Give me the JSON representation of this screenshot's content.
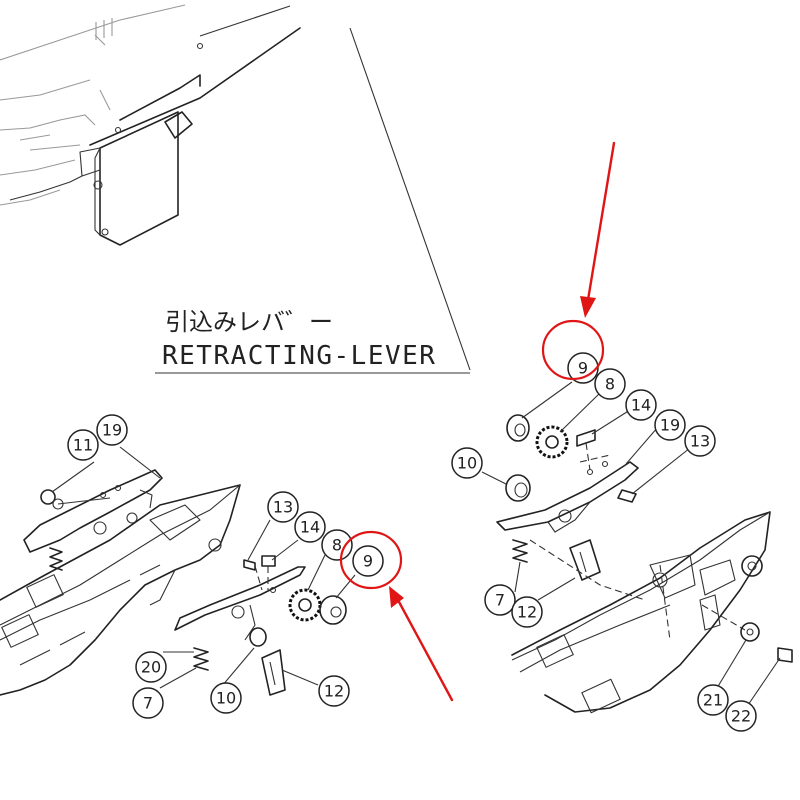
{
  "label": {
    "japanese": "引込みレバ゛ー",
    "english": "RETRACTING-LEVER"
  },
  "callouts": {
    "left": {
      "c11": "11",
      "c19": "19",
      "c13": "13",
      "c14": "14",
      "c8": "8",
      "c9": "9",
      "c20": "20",
      "c7": "7",
      "c10": "10",
      "c12": "12"
    },
    "right": {
      "c9": "9",
      "c8": "8",
      "c14": "14",
      "c19": "19",
      "c13": "13",
      "c10": "10",
      "c7": "7",
      "c12": "12",
      "c21": "21",
      "c22": "22"
    }
  },
  "highlight_color": "#e01515"
}
